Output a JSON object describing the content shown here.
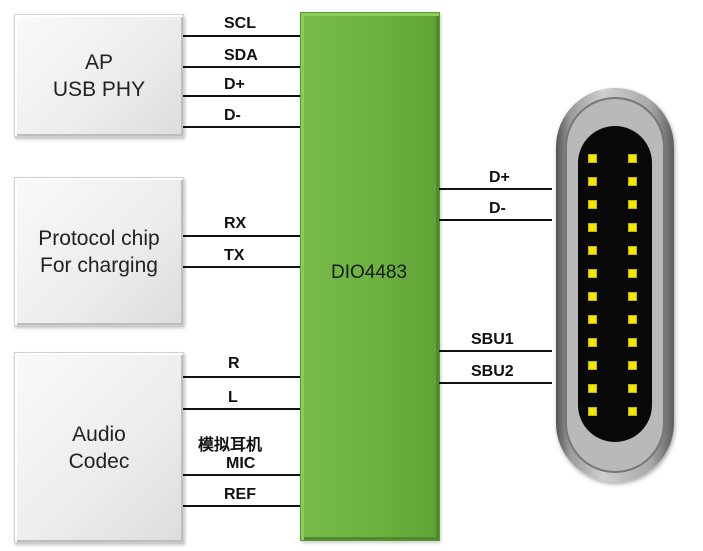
{
  "blocks": {
    "ap": {
      "line1": "AP",
      "line2": "USB PHY"
    },
    "protocol": {
      "line1": "Protocol chip",
      "line2": "For charging"
    },
    "audio": {
      "line1": "Audio",
      "line2": "Codec"
    }
  },
  "chip": {
    "label": "DIO4483"
  },
  "signals_left": {
    "scl": "SCL",
    "sda": "SDA",
    "dp": "D+",
    "dm": "D-",
    "rx": "RX",
    "tx": "TX",
    "r": "R",
    "l": "L",
    "analog_headphone": "模拟耳机",
    "mic": "MIC",
    "ref": "REF"
  },
  "signals_right": {
    "dp": "D+",
    "dm": "D-",
    "sbu1": "SBU1",
    "sbu2": "SBU2"
  },
  "colors": {
    "chip_green": "#6cb33f",
    "pin_yellow": "#f5e600",
    "connector_black": "#080808"
  },
  "connector": {
    "type": "USB Type-C",
    "pins_per_row": 12
  }
}
